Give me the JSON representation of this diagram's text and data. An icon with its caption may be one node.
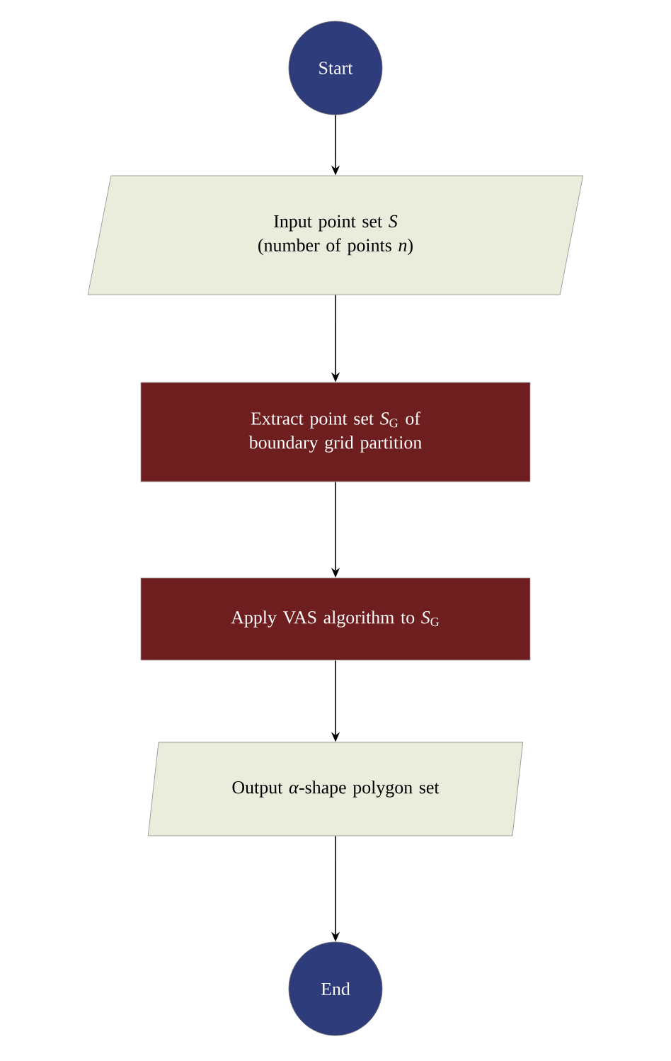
{
  "diagram": {
    "nodes": [
      {
        "text": [
          "Start"
        ]
      },
      {
        "text": [
          "Input point set *S* (number of points *n*)"
        ]
      },
      {
        "text": [
          "Extract point set *S*$_{G}$ of boundary grid partition"
        ]
      },
      {
        "text": [
          "Apply VAS algorithm to *S*$_{G}$"
        ]
      },
      {
        "text": [
          "Output *α*-shape polygon set"
        ]
      },
      {
        "text": [
          "End"
        ]
      }
    ],
    "edges": [
      {
        "from": 0,
        "to": 1,
        "arrow": "to"
      },
      {
        "from": 1,
        "to": 2,
        "arrow": "to"
      },
      {
        "from": 2,
        "to": 3,
        "arrow": "to"
      },
      {
        "from": 3,
        "to": 4,
        "arrow": "to"
      },
      {
        "from": 4,
        "to": 5,
        "arrow": "to"
      }
    ]
  }
}
